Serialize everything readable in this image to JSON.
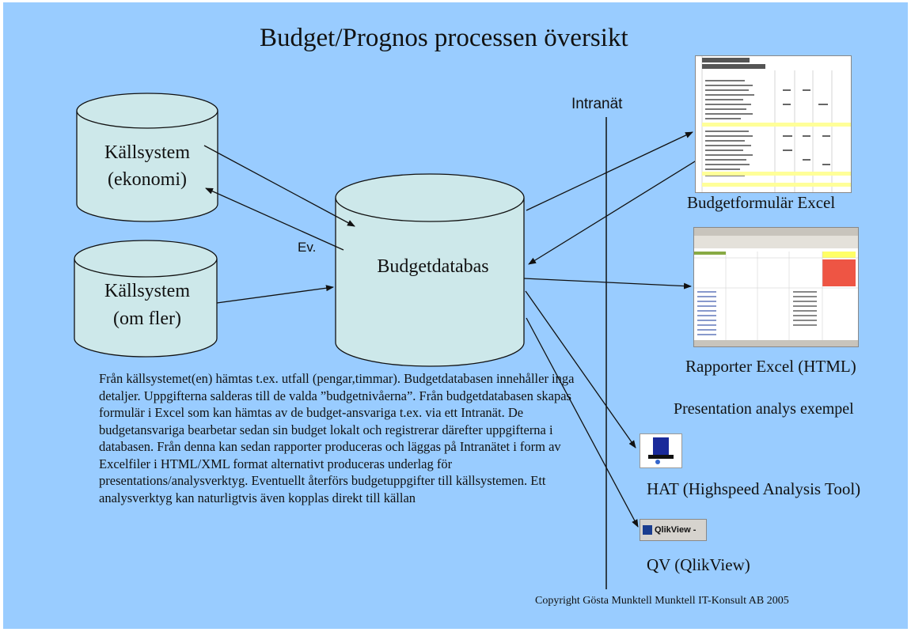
{
  "title": "Budget/Prognos processen översikt",
  "intranet_label": "Intranät",
  "nodes": {
    "source_economy": [
      "Källsystem",
      "(ekonomi)"
    ],
    "source_more": [
      "Källsystem",
      "(om fler)"
    ],
    "budget_db": "Budgetdatabas",
    "ev_label": "Ev."
  },
  "outputs": {
    "budget_form": "Budgetformulär Excel",
    "reports": "Rapporter Excel (HTML)",
    "presentation_heading": "Presentation analys exempel",
    "hat": "HAT (Highspeed Analysis Tool)",
    "qv": "QV (QlikView)",
    "qv_icon_text": "QlikView -"
  },
  "description": "Från källsystemet(en) hämtas t.ex. utfall (pengar,timmar). Budgetdatabasen innehåller inga detaljer. Uppgifterna salderas till de valda ”budgetnivåerna”. Från budgetdatabasen skapas formulär i Excel som kan hämtas av de budget-ansvariga t.ex. via ett Intranät. De budgetansvariga bearbetar sedan sin budget lokalt och registrerar därefter uppgifterna i databasen. Från denna kan sedan rapporter produceras och läggas på Intranätet i form av Excelfiler i HTML/XML format alternativt produceras underlag för presentations/analysverktyg. Eventuellt återförs budgetuppgifter till källsystemen. Ett analysverktyg kan naturligtvis även kopplas direkt till källan",
  "copyright": "Copyright Gösta Munktell Munktell IT-Konsult AB 2005",
  "colors": {
    "background": "#99ccff",
    "cylinder": "#cde8ea",
    "stroke": "#111111"
  }
}
